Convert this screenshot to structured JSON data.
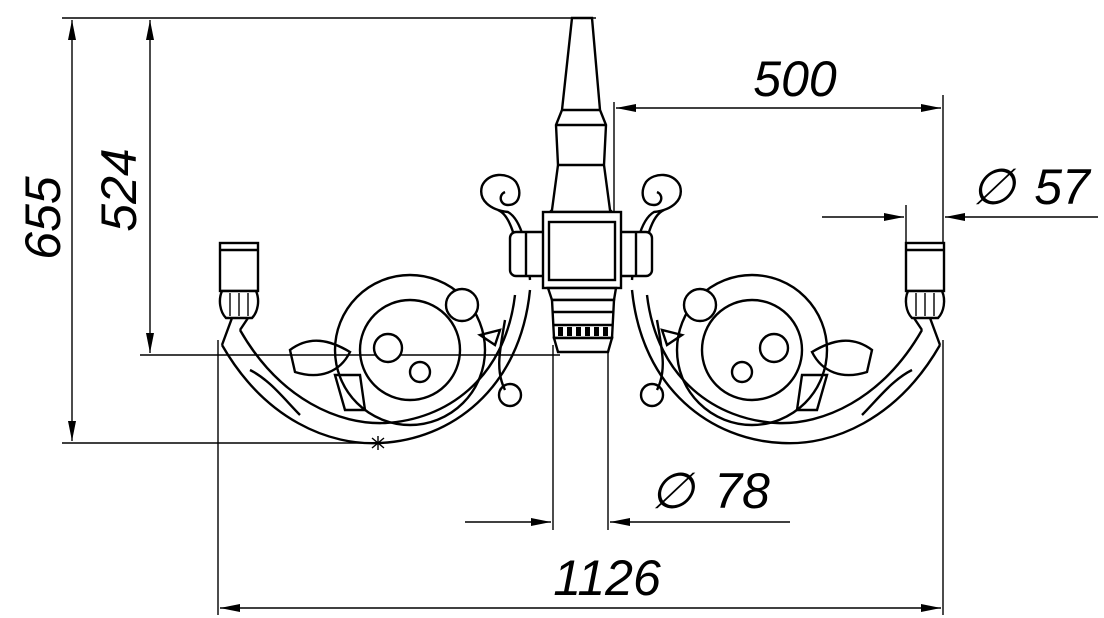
{
  "dimensions": {
    "overall_height": "655",
    "arm_height": "524",
    "arm_offset": "500",
    "socket_diameter": "57",
    "pole_diameter": "78",
    "overall_width": "1126"
  },
  "symbols": {
    "diameter": "∅"
  }
}
